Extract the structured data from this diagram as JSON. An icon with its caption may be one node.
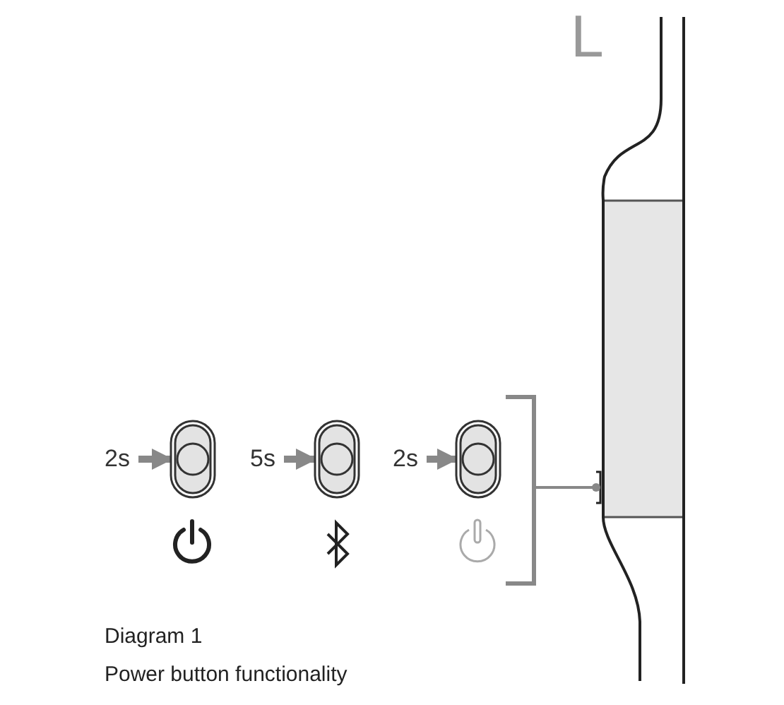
{
  "diagram": {
    "nodes": [
      {
        "text": [
          "2s"
        ]
      },
      {
        "text": [],
        "shape": "button"
      },
      {
        "text": [
          "5s"
        ]
      },
      {
        "text": [],
        "shape": "button"
      },
      {
        "text": [
          "2s"
        ]
      },
      {
        "text": [],
        "shape": "button"
      }
    ],
    "edges": [
      {
        "from": 0,
        "to": 1,
        "arrow": "to"
      },
      {
        "from": 2,
        "to": 3,
        "arrow": "to"
      },
      {
        "from": 4,
        "to": 5,
        "arrow": "to"
      }
    ],
    "labels": [
      "L",
      "Diagram 1",
      "Power button functionality"
    ]
  }
}
